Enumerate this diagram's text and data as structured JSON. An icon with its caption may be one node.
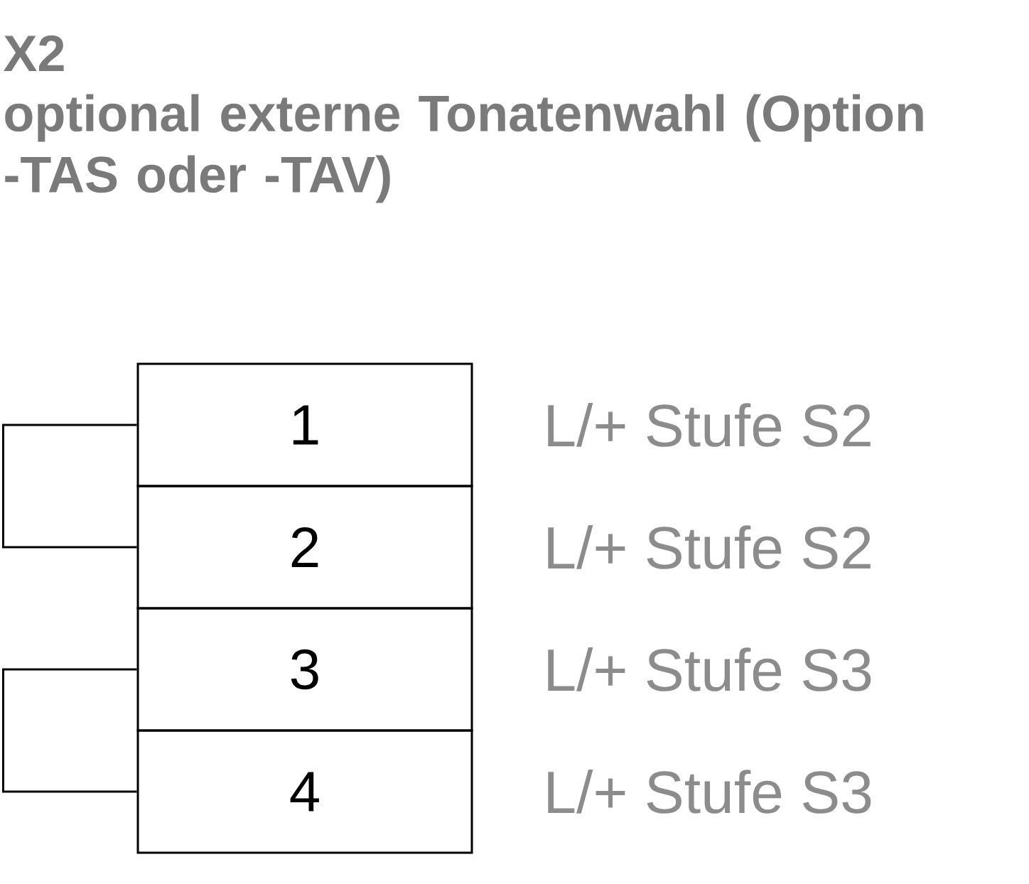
{
  "diagram": {
    "title": "X2",
    "nodes": [
      {
        "text": [
          "1"
        ],
        "beside": [
          "L/+ Stufe S2"
        ]
      },
      {
        "text": [
          "2"
        ],
        "beside": [
          "L/+ Stufe S2"
        ]
      },
      {
        "text": [
          "3"
        ],
        "beside": [
          "L/+ Stufe S3"
        ]
      },
      {
        "text": [
          "4"
        ],
        "beside": [
          "L/+ Stufe S3"
        ]
      }
    ],
    "edges": [
      {
        "from": 0,
        "to": 1,
        "arrow": "none"
      },
      {
        "from": 2,
        "to": 3,
        "arrow": "none"
      }
    ],
    "labels": [
      "optional externe Tonatenwahl (Option -TAS oder -TAV)"
    ]
  }
}
